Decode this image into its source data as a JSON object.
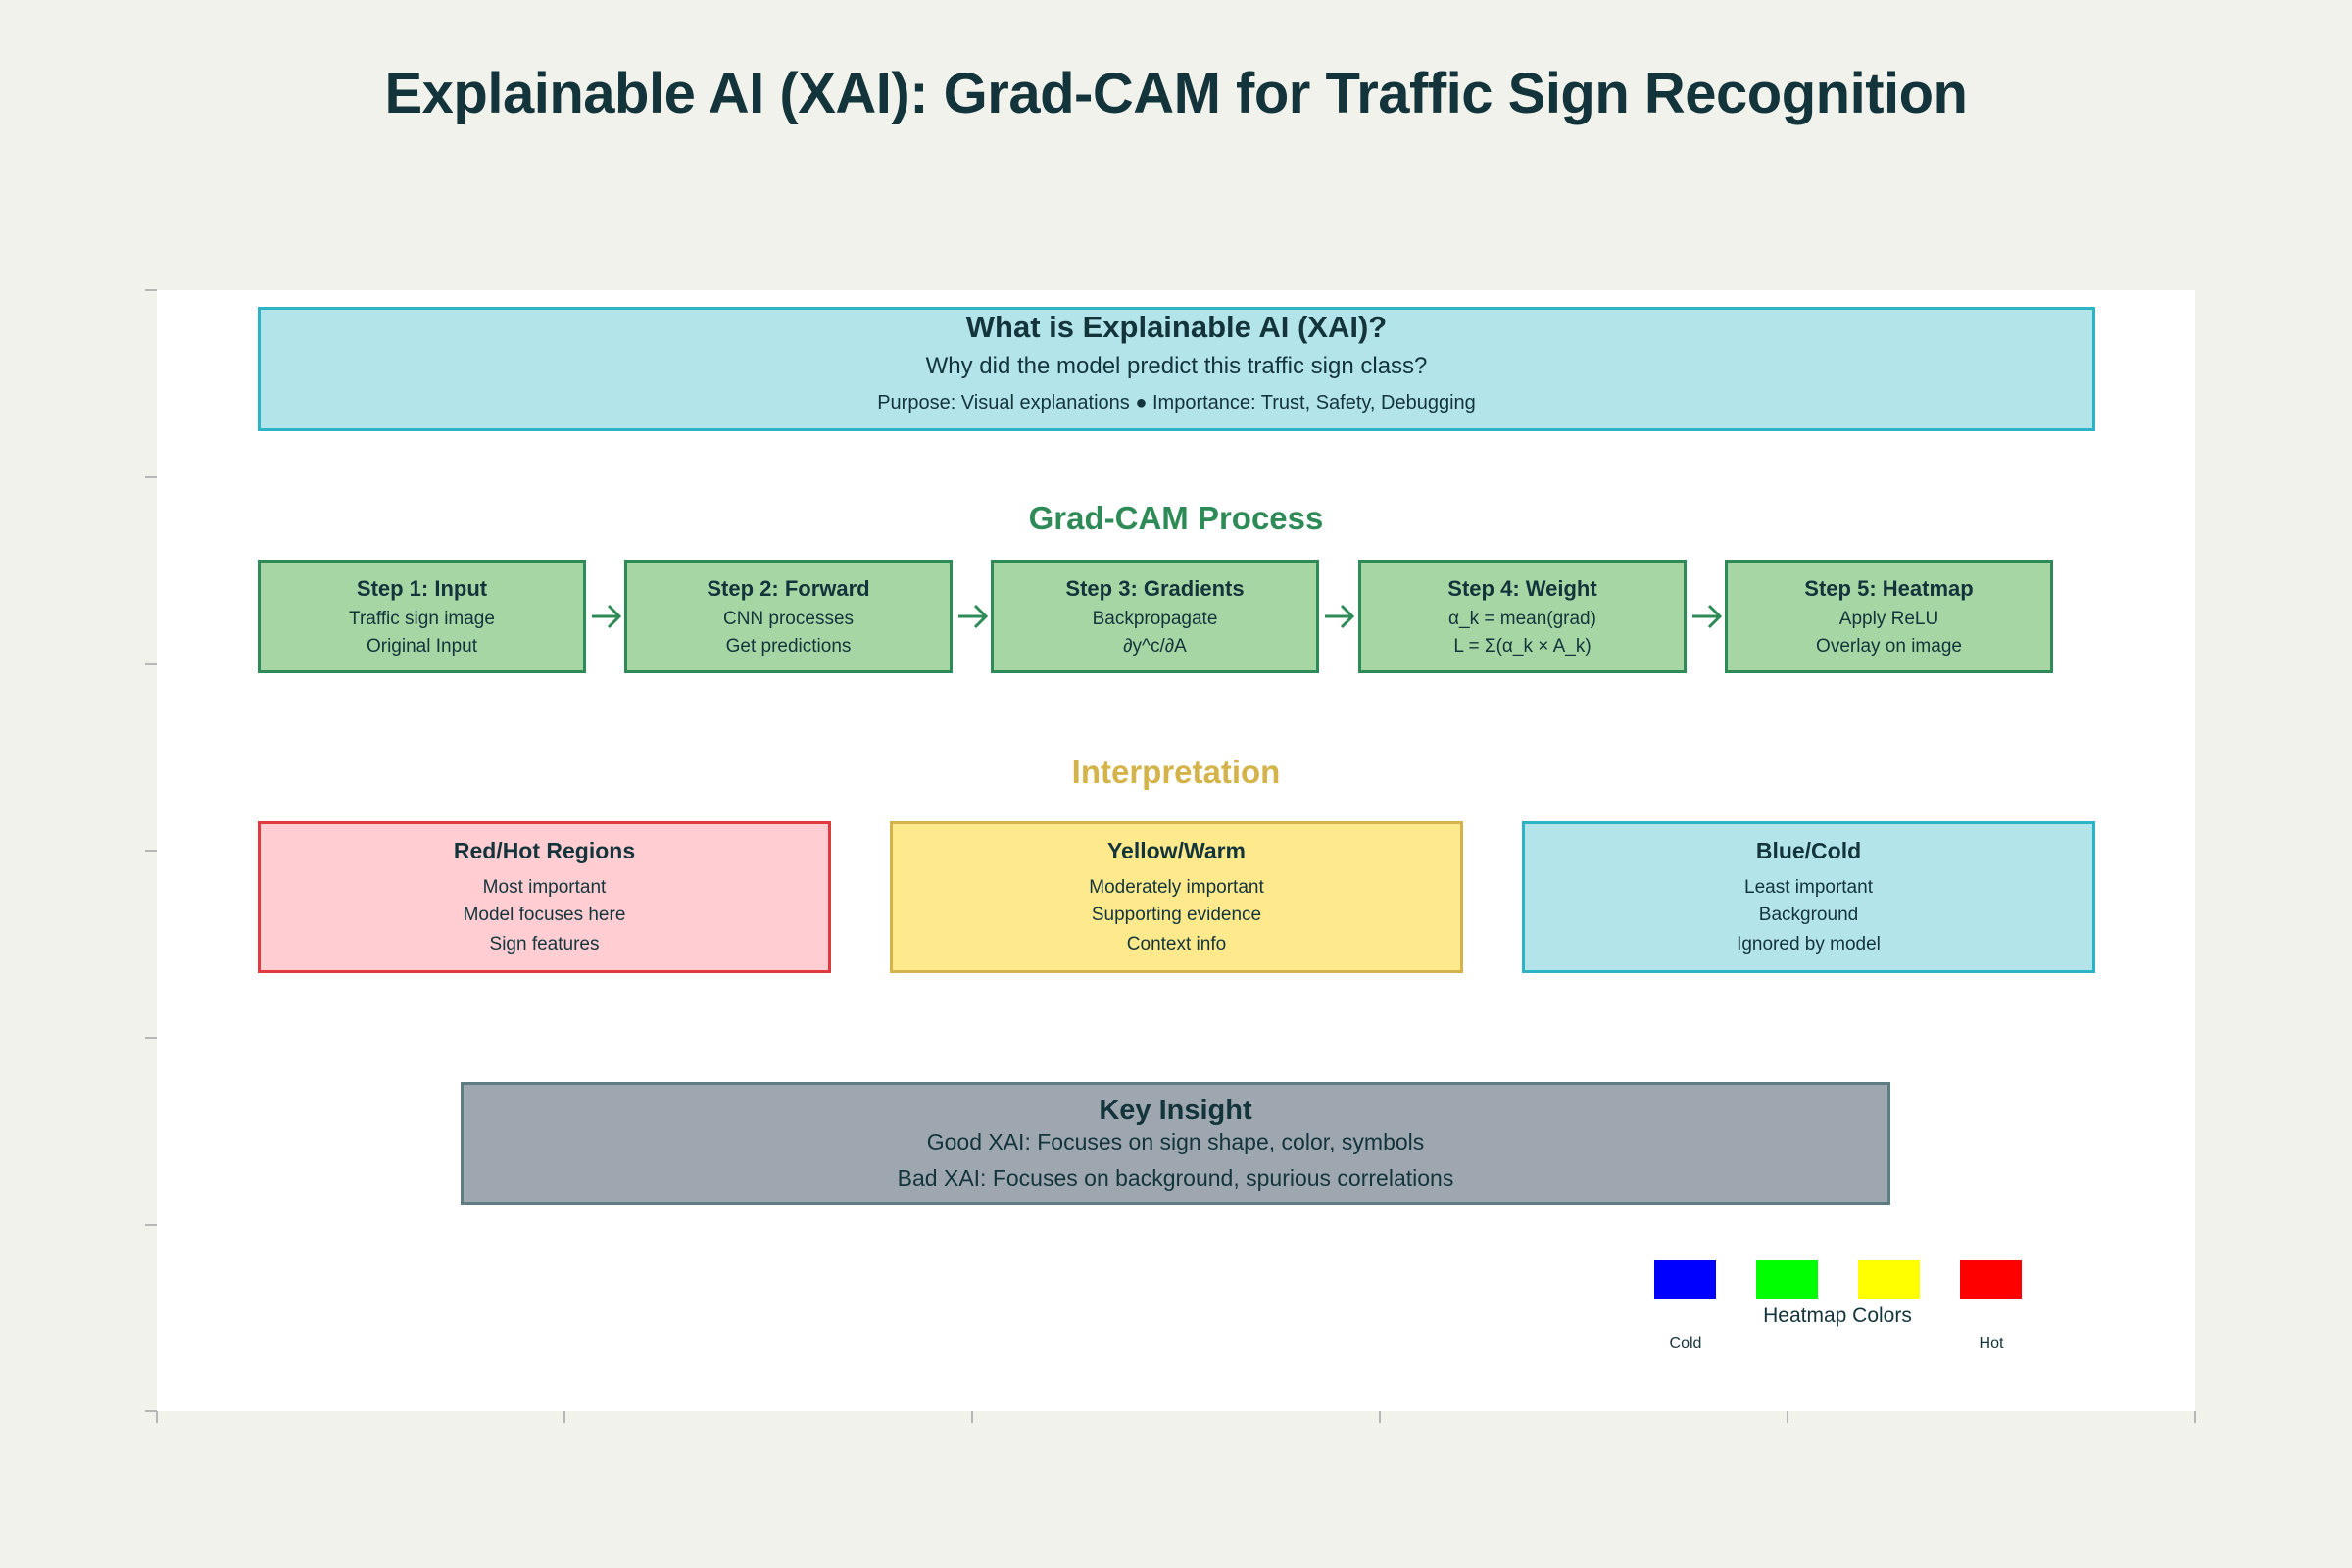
{
  "title": "Explainable AI (XAI): Grad-CAM for Traffic Sign Recognition",
  "xai": {
    "heading": "What is Explainable AI (XAI)?",
    "question": "Why did the model predict this traffic sign class?",
    "purpose": "Purpose: Visual explanations ● Importance: Trust, Safety, Debugging"
  },
  "process": {
    "heading": "Grad-CAM Process",
    "steps": [
      {
        "title": "Step 1: Input",
        "line1": "Traffic sign image",
        "line2": "Original Input"
      },
      {
        "title": "Step 2: Forward",
        "line1": "CNN processes",
        "line2": "Get predictions"
      },
      {
        "title": "Step 3: Gradients",
        "line1": "Backpropagate",
        "line2": "∂y^c/∂A"
      },
      {
        "title": "Step 4: Weight",
        "line1": "α_k = mean(grad)",
        "line2": "L = Σ(α_k × A_k)"
      },
      {
        "title": "Step 5: Heatmap",
        "line1": "Apply ReLU",
        "line2": "Overlay on image"
      }
    ]
  },
  "interpretation": {
    "heading": "Interpretation",
    "boxes": [
      {
        "title": "Red/Hot Regions",
        "lines": [
          "Most important",
          "Model focuses here",
          "Sign features"
        ]
      },
      {
        "title": "Yellow/Warm",
        "lines": [
          "Moderately important",
          "Supporting evidence",
          "Context info"
        ]
      },
      {
        "title": "Blue/Cold",
        "lines": [
          "Least important",
          "Background",
          "Ignored by model"
        ]
      }
    ]
  },
  "insight": {
    "heading": "Key Insight",
    "line1": "Good XAI: Focuses on sign shape, color, symbols",
    "line2": "Bad XAI: Focuses on background, spurious correlations"
  },
  "legend": {
    "label": "Heatmap Colors",
    "cold_label": "Cold",
    "hot_label": "Hot",
    "colors": [
      "#0000ff",
      "#00ff00",
      "#ffff00",
      "#ff0000"
    ]
  },
  "colors": {
    "text": "#13343b",
    "process_green": "#2e8b57",
    "interp_gold": "#d4b44a",
    "teal": "#2cb4c6",
    "red": "#e0393e"
  }
}
